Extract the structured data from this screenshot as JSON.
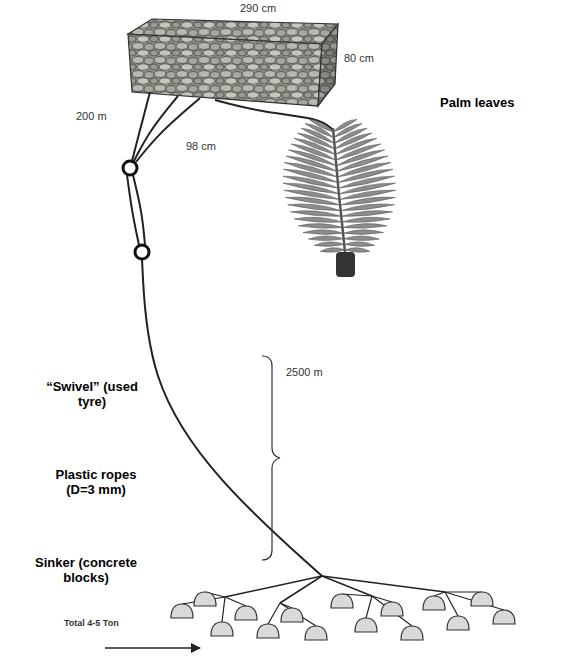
{
  "diagram": {
    "labels": [
      "290 cm",
      "80 cm",
      "200 m",
      "98 cm",
      "Palm leaves",
      "“Swivel” (used tyre)",
      "Plastic ropes (D=3 mm)",
      "2500 m",
      "Sinker (concrete blocks)",
      "Total 4-5 Ton"
    ]
  }
}
